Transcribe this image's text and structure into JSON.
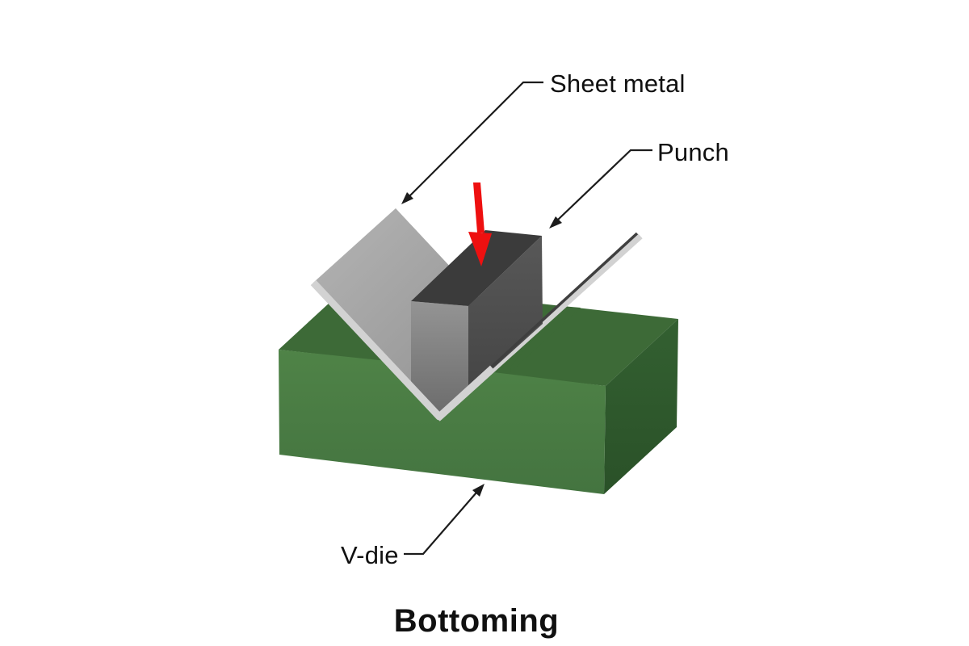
{
  "title": "Bottoming",
  "labels": {
    "sheet_metal": "Sheet metal",
    "punch": "Punch",
    "v_die": "V-die"
  },
  "annotations": {
    "force_arrow": "downward-force-arrow"
  },
  "colors": {
    "background": "#ffffff",
    "text": "#101010",
    "leader_line": "#1c1c1c",
    "force_arrow": "#ee1010",
    "die_top": "#3d6a37",
    "die_front_light": "#4f8347",
    "die_front_dark": "#447440",
    "die_right_light": "#336031",
    "die_right_dark": "#2a5128",
    "sheet_face_light": "#b4b4b4",
    "sheet_face_dark": "#8e8e8e",
    "sheet_edge": "#d2d2d2",
    "sheet_inner_shadow": "#3f3f3f",
    "punch_top": "#3b3b3b",
    "punch_right_light": "#585858",
    "punch_right_dark": "#454545",
    "punch_front_light": "#949494",
    "punch_front_dark": "#6c6c6c"
  }
}
